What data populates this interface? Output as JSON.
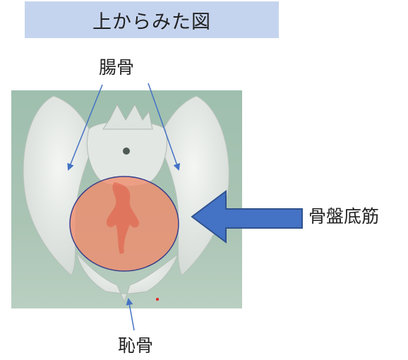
{
  "title": "上からみた図",
  "labels": {
    "ilium": "腸骨",
    "pubis": "恥骨",
    "pelvic_floor": "骨盤底筋"
  },
  "colors": {
    "title_bg": "#c5d4ee",
    "arrow": "#4472c4",
    "arrow_border": "#2f528f",
    "highlight_fill": "#f08a6a",
    "photo_bg": "#a8c2b1",
    "bone": "#e9ece9"
  }
}
